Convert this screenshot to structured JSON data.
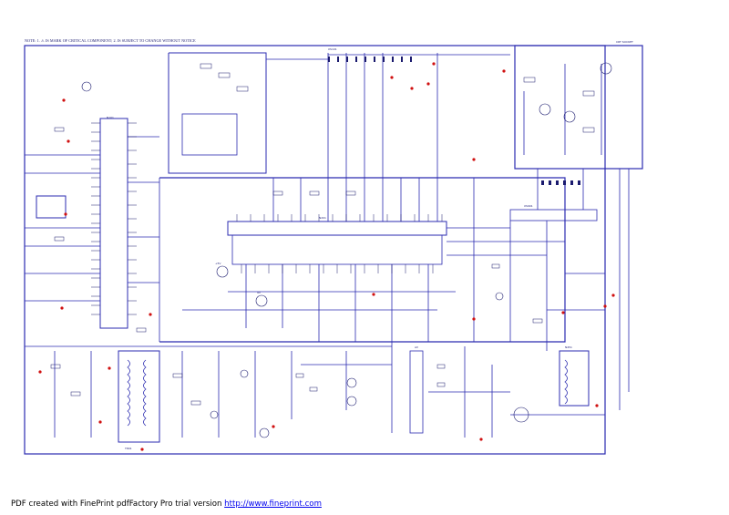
{
  "schematic": {
    "note_text": "NOTE: 1. ⚠ IS MARK OF CRITICAL COMPONENT;  2. IS SUBJECT TO CHANGE WITHOUT NOTICE",
    "wire_color": "#2b2bb0",
    "component_color": "#1a1a6e",
    "marker_color": "#d01010"
  },
  "footer": {
    "prefix": "PDF created with FinePrint pdfFactory Pro trial version ",
    "link_text": "http://www.fineprint.com"
  }
}
